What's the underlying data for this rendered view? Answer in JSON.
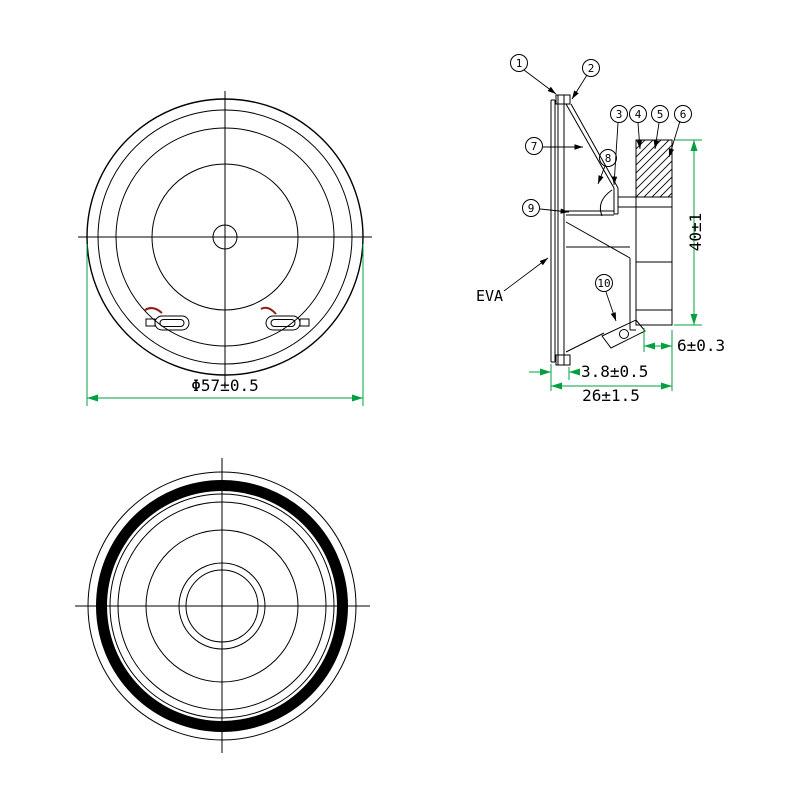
{
  "colors": {
    "line": "#000000",
    "dimension": "#00a040",
    "wire": "#8a2018",
    "background": "#ffffff"
  },
  "front_view": {
    "dim_diameter": "Φ57±0.5"
  },
  "side_view": {
    "label_eva": "EVA",
    "dim_height": "40±1",
    "dim_back_plate": "6±0.3",
    "dim_gasket_thickness": "3.8±0.5",
    "dim_total_depth": "26±1.5",
    "callouts": [
      "1",
      "2",
      "3",
      "4",
      "5",
      "6",
      "7",
      "8",
      "9",
      "10"
    ]
  }
}
